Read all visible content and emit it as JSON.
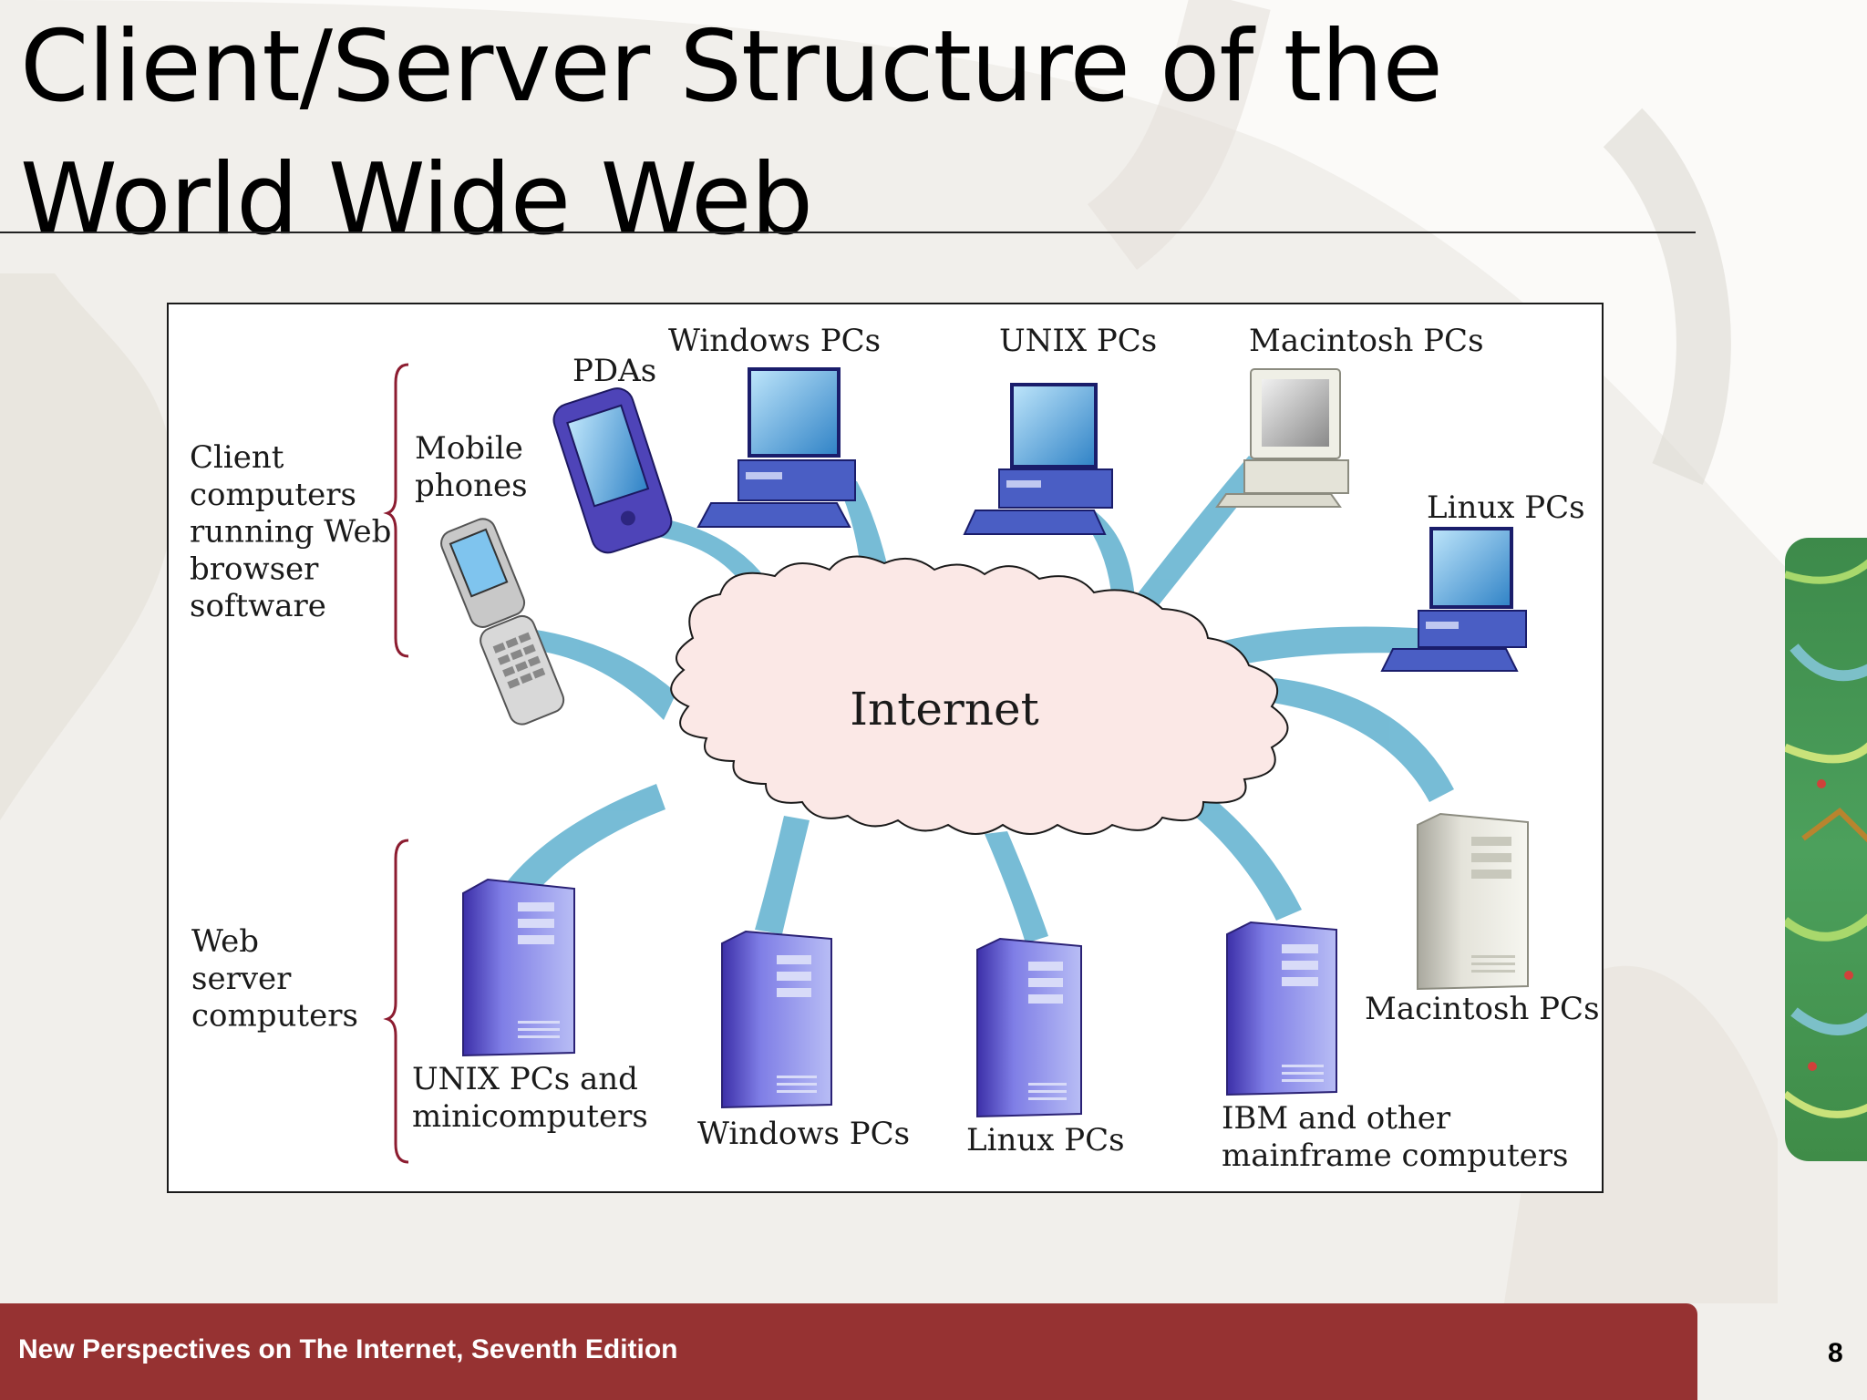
{
  "slide": {
    "title_line1": "Client/Server Structure of the",
    "title_line2": "World Wide Web",
    "footer": "New Perspectives on The Internet, Seventh Edition",
    "page_number": "8"
  },
  "diagram": {
    "center_label": "Internet",
    "groups": {
      "clients": "Client\ncomputers\nrunning Web\nbrowser\nsoftware",
      "servers": "Web\nserver\ncomputers"
    },
    "client_nodes": [
      "Mobile\nphones",
      "PDAs",
      "Windows PCs",
      "UNIX PCs",
      "Macintosh PCs",
      "Linux PCs"
    ],
    "server_nodes": [
      "UNIX PCs and\nminicomputers",
      "Windows PCs",
      "Linux PCs",
      "IBM and other\nmainframe computers",
      "Macintosh PCs"
    ]
  },
  "colors": {
    "footer_bar": "#963232",
    "cloud_fill": "#fbe8e6",
    "connector": "#3d9fc4",
    "server_purple": "#6a66d4",
    "bracket": "#8c1c30"
  },
  "icons": {
    "background_art": "leaf-decoration",
    "side_art": "cactus-texture",
    "client_devices": [
      "flip-phone-icon",
      "pda-icon",
      "desktop-pc-icon",
      "macintosh-icon"
    ],
    "server_devices": [
      "tower-server-icon",
      "beige-server-icon"
    ]
  }
}
